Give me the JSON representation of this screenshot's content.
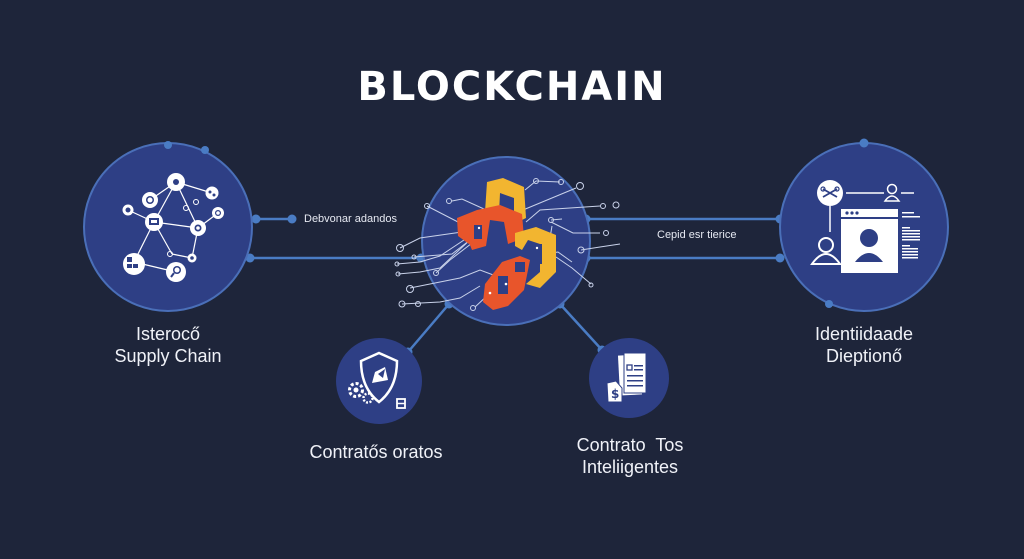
{
  "title": "BLOCKCHAIN",
  "colors": {
    "background": "#1e253a",
    "node_fill": "#2e3f85",
    "node_stroke": "#4a6fb8",
    "connector": "#4a7cc4",
    "chain_orange": "#e8552b",
    "chain_yellow": "#f2b530",
    "icon_white": "#ffffff"
  },
  "center_node": {
    "name": "blockchain-hub",
    "icon": "chain-links-icon"
  },
  "nodes": [
    {
      "id": "supply-chain",
      "icon": "network-graph-icon",
      "label_line1": "Isterocő",
      "label_line2": "Supply Chain"
    },
    {
      "id": "identity",
      "icon": "identity-profile-icon",
      "label_line1": "Identiidaade",
      "label_line2": "Dieptionő"
    },
    {
      "id": "contracts-security",
      "icon": "shield-gears-icon",
      "label_line1": "Contratős oratos"
    },
    {
      "id": "smart-contracts",
      "icon": "document-dollar-icon",
      "label_line1": "Contrato  Tos",
      "label_line2": "Inteliigentes"
    }
  ],
  "connectors": [
    {
      "id": "left-link",
      "label": "Debvonar adandos"
    },
    {
      "id": "right-link",
      "label": "Cepid esr tierice"
    }
  ]
}
